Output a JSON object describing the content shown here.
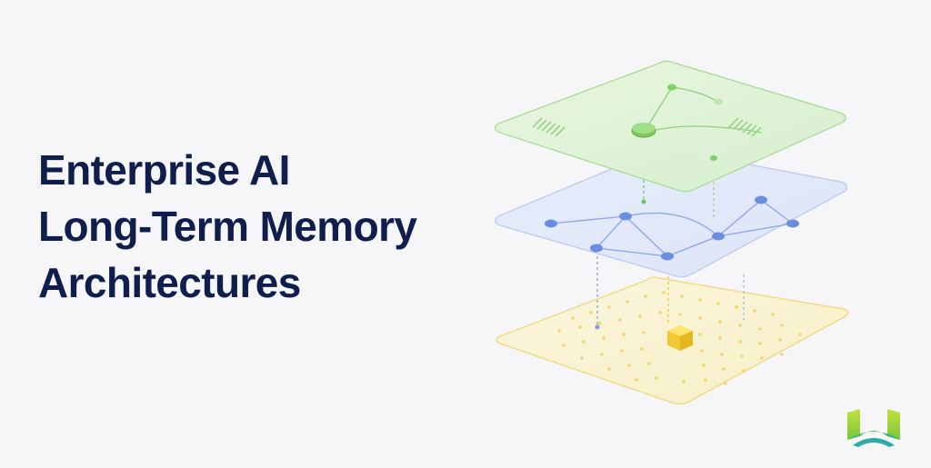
{
  "title": {
    "lines": [
      "Enterprise AI",
      "Long-Term Memory",
      "Architectures"
    ]
  },
  "illustration": {
    "layers": [
      {
        "name": "top-layer",
        "color": "#7ccf6a"
      },
      {
        "name": "middle-layer",
        "color": "#6c8fe0"
      },
      {
        "name": "bottom-layer",
        "color": "#f0d65c"
      }
    ]
  },
  "logo": {
    "icon": "w-logo-icon",
    "colors": [
      "#a8d932",
      "#2fb7a3"
    ]
  }
}
